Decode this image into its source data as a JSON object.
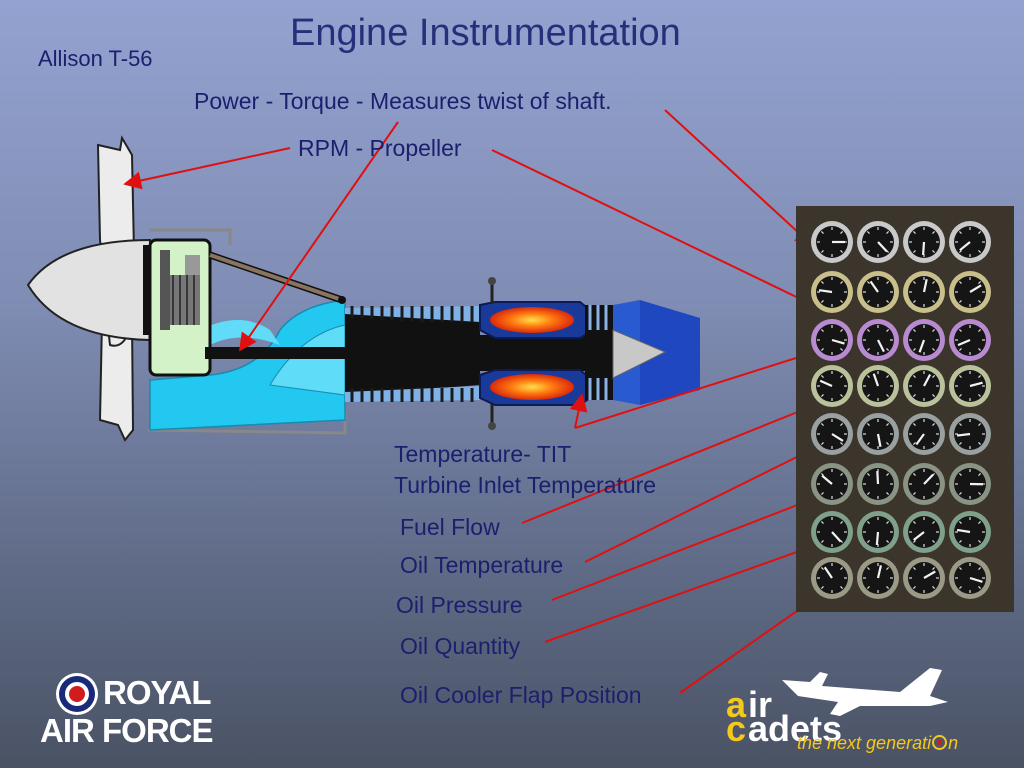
{
  "title": "Engine Instrumentation",
  "subtitle": "Allison T-56",
  "labels": {
    "power": "Power - Torque - Measures twist of shaft.",
    "rpm": "RPM - Propeller",
    "temp1": "Temperature- TIT",
    "temp2": "Turbine Inlet Temperature",
    "fuel": "Fuel Flow",
    "oil_temp": "Oil Temperature",
    "oil_press": "Oil Pressure",
    "oil_qty": "Oil Quantity",
    "oil_cooler": "Oil Cooler Flap Position"
  },
  "logo_raf": {
    "line1": "ROYAL",
    "line2": "AIR FORCE"
  },
  "logo_cadets": {
    "a": "a",
    "ir": "ir",
    "c": "c",
    "adets": "adets",
    "tagline": "the next generati",
    "tagline_end": "n"
  },
  "colors": {
    "arrow": "#e01010",
    "text": "#1c1f6e",
    "intake": "#22c8f0",
    "combustor": "#1a3a9a",
    "gearbox": "#d4f2c8"
  }
}
